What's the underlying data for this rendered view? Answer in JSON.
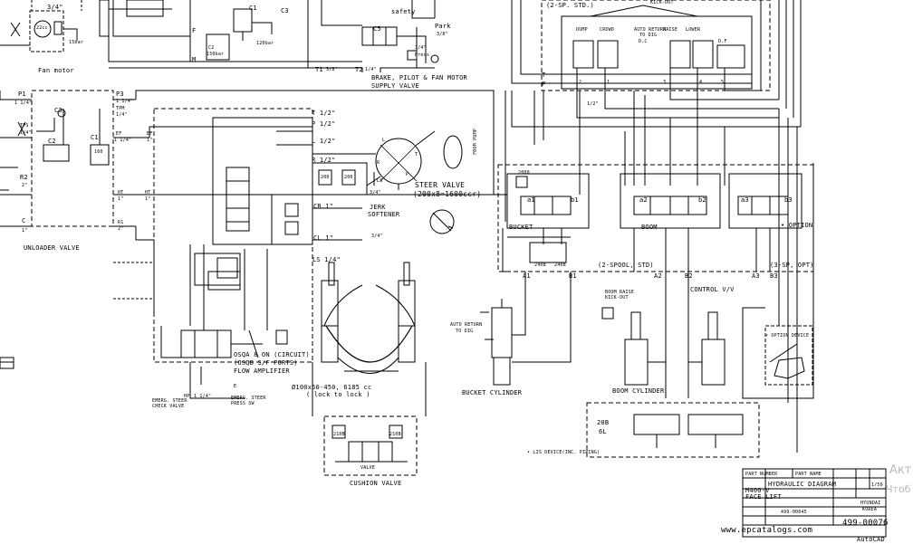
{
  "top_block": {
    "fan_motor": "Fan motor",
    "pressure_34": "3/4\"",
    "cc_22": "22cc",
    "bar_15": "15bar",
    "c1": "C1",
    "c3": "C3",
    "c5": "C5",
    "f": "F",
    "m": "M",
    "bar_120": "120bar",
    "bar_150": "150bar",
    "c2_b": "C2",
    "safety": "safety",
    "park": "Park",
    "p_38": "3/8\"",
    "p_14": "1/4\"",
    "press_sw": "Press",
    "t1": "T1",
    "t1_size": "3/8\"",
    "t2": "T2",
    "t2_size": "1/4\"",
    "supply_valve_1": "BRAKE, PILOT & FAN MOTOR",
    "supply_valve_2": "SUPPLY VALVE",
    "sp_std": "(2-SP. STD.)",
    "kick_out": "KICK-OUT",
    "dump": "DUMP",
    "crowd": "CROWD",
    "auto_return_top": "AUTO RETURN",
    "to_dig_top": "TO DIG",
    "raise": "RAISE",
    "lower": "LOWER",
    "dc": "D.C",
    "dlf": "D.F",
    "pilot_t": "T",
    "pilot_p": "P",
    "port_2": "2",
    "port_1": "1",
    "port_3": "3",
    "port_4": "4",
    "port_5": "5",
    "half": "1/2\""
  },
  "left_block": {
    "p1": "P1",
    "p1_size": "1 1/4\"",
    "p3": "P3",
    "p3_size": "1 1/4\"",
    "c3": "C3",
    "tps": "TPS",
    "tps_size": "1/4\"",
    "tpm": "TPM",
    "tpm_size": "1/4\"",
    "c2": "C2",
    "c1": "C1",
    "c1_val": "160",
    "ef": "EF",
    "ef_size": "1 1/4\"",
    "ef2": "EF",
    "ef2_size": "1\"",
    "r2": "R2",
    "r2_size": "2\"",
    "ht": "HT",
    "ht_size": "1\"",
    "ht2": "HT",
    "ht2_size": "1\"",
    "c": "C",
    "c_size": "1\"",
    "r1": "R1",
    "r1_size": "2\"",
    "unloader": "UNLOADER VALVE"
  },
  "steer_block": {
    "t": "T 1/2\"",
    "p": "P 1/2\"",
    "l": "L 1/2\"",
    "r": "R 1/2\"",
    "cr": "CR 1\"",
    "cl": "CL 1\"",
    "ls": "LS 1/4\"",
    "v34a": "3/4\"",
    "v34b": "3/4\"",
    "v200a": "200",
    "v200b": "200",
    "jerk": "JERK",
    "softener": "SOFTENER",
    "steer_valve": "STEER VALVE",
    "steer_spec": "(200x8=1600ccr)",
    "l_port": "L",
    "r_port": "R",
    "t_port": "T",
    "p_port": "P",
    "ls_port": "LS",
    "osqa": "OSQA 8 ON (CIRCUIT)",
    "osqb": "(OSQB S/F PORTS)",
    "flow_amp": "FLOW AMPLIFIER",
    "hp": "HP",
    "hp_size": "1 1/4\"",
    "e": "E",
    "emerg_check_1": "EMERG. STEER",
    "emerg_check_2": "CHECK VALVE",
    "emerg_press_1": "EMERG. STEER",
    "emerg_press_2": "PRESS SW",
    "cyl_spec": "Ø100x50-450, 6185 cc",
    "lock": "( lock to lock )",
    "cushion": "CUSHION VALVE",
    "v210a": "210B",
    "v210b": "210B",
    "valve": "VALVE",
    "from_pump": "FROM PUMP"
  },
  "control_block": {
    "v2000": "2000",
    "a1": "a1",
    "b1": "b1",
    "a2": "a2",
    "b2": "b2",
    "a3": "a3",
    "b3": "b3",
    "bucket": "BUCKET",
    "boom": "BOOM",
    "option": "• OPTION",
    "v240a": "240B",
    "v240b": "240B",
    "spool_2": "(2-SPOOL, STD)",
    "spool_3": "(3-SP, OPT)",
    "A1": "A1",
    "B1": "B1",
    "A2": "A2",
    "B2": "B2",
    "A3": "A3",
    "B3": "B3",
    "control_vv": "CONTROL V/V",
    "boom_raise_1": "BOOM RAISE",
    "boom_raise_2": "KICK-OUT",
    "auto_return": "AUTO RETURN",
    "to_dig": "TO DIG",
    "option_device": "• OPTION DEVICE",
    "bucket_cyl": "BUCKET CYLINDER",
    "boom_cyl": "BOOM CYLINDER",
    "v20b": "20B",
    "v6l": "6L",
    "lis": "• LIS DEVICE(INC. PIPING)"
  },
  "title_block": {
    "part_number": "PART NUMBER",
    "part_name": "PART NAME",
    "title_line": "HYDRAULIC DIAGRAM",
    "model_1": "M400-V",
    "model_2": "FACE LIFT",
    "scale": "1/50",
    "drawing_no": "499-00076",
    "dwg_small": "499-00045",
    "company": "HYUNDAI",
    "korea": "KOREA",
    "website": "www.epcatalogs.com",
    "autocad": "AutoCAD"
  },
  "watermark": {
    "line1": "Акт",
    "line2": "Чтоб"
  }
}
